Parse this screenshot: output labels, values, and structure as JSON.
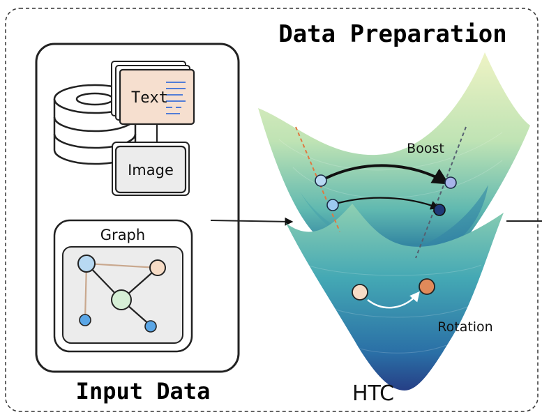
{
  "title": "Data Preparation",
  "input_section": {
    "label": "Input Data",
    "modalities": {
      "text": "Text",
      "image": "Image",
      "graph": "Graph"
    }
  },
  "htc_section": {
    "label": "HTC",
    "boost_label": "Boost",
    "rotation_label": "Rotation"
  },
  "colors": {
    "surface_top": "#e9f1c0",
    "surface_mid": "#58b8b4",
    "surface_deep": "#1f5f93",
    "node_light_blue": "#b8d9f2",
    "node_dark_blue": "#1f3a78",
    "node_peach": "#f7dcc6",
    "node_orange": "#e08a5a",
    "node_green": "#d6efd6",
    "orange_dash": "#e07840",
    "gray_dash": "#556070"
  }
}
